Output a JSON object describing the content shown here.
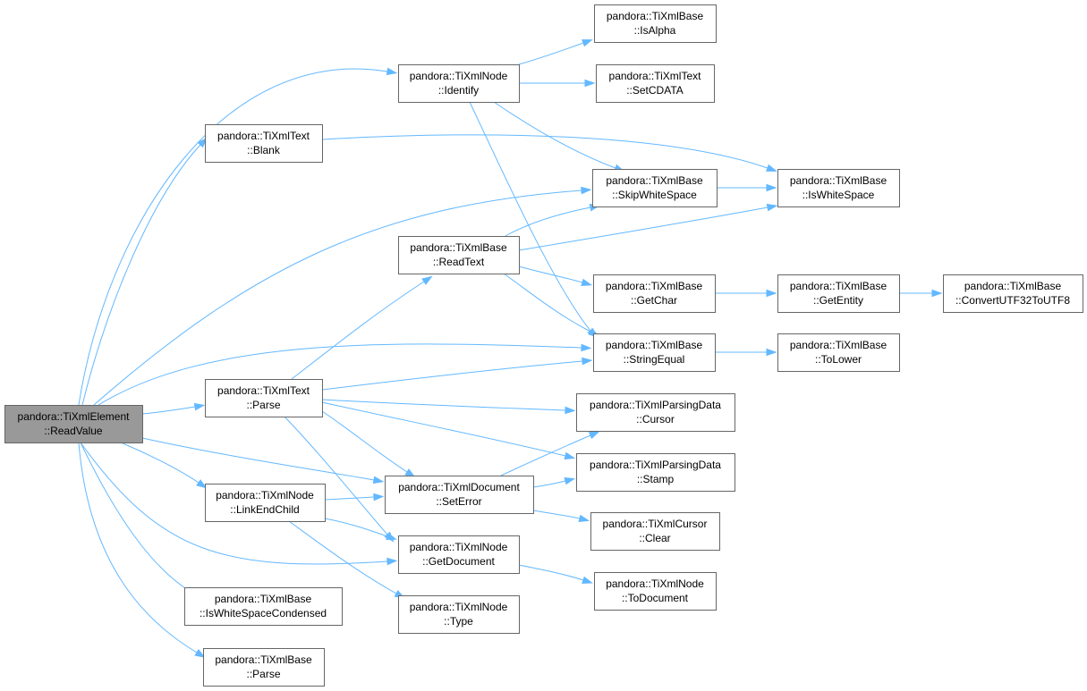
{
  "nodes": [
    {
      "id": "root",
      "line1": "pandora::TiXmlElement",
      "line2": "::ReadValue",
      "root": true
    },
    {
      "id": "text_blank",
      "line1": "pandora::TiXmlText",
      "line2": "::Blank"
    },
    {
      "id": "node_identify",
      "line1": "pandora::TiXmlNode",
      "line2": "::Identify"
    },
    {
      "id": "base_isalpha",
      "line1": "pandora::TiXmlBase",
      "line2": "::IsAlpha"
    },
    {
      "id": "text_setcdata",
      "line1": "pandora::TiXmlText",
      "line2": "::SetCDATA"
    },
    {
      "id": "base_skipws",
      "line1": "pandora::TiXmlBase",
      "line2": "::SkipWhiteSpace"
    },
    {
      "id": "base_isws",
      "line1": "pandora::TiXmlBase",
      "line2": "::IsWhiteSpace"
    },
    {
      "id": "base_readtext",
      "line1": "pandora::TiXmlBase",
      "line2": "::ReadText"
    },
    {
      "id": "base_getchar",
      "line1": "pandora::TiXmlBase",
      "line2": "::GetChar"
    },
    {
      "id": "base_getentity",
      "line1": "pandora::TiXmlBase",
      "line2": "::GetEntity"
    },
    {
      "id": "base_convutf",
      "line1": "pandora::TiXmlBase",
      "line2": "::ConvertUTF32ToUTF8"
    },
    {
      "id": "base_strequal",
      "line1": "pandora::TiXmlBase",
      "line2": "::StringEqual"
    },
    {
      "id": "base_tolower",
      "line1": "pandora::TiXmlBase",
      "line2": "::ToLower"
    },
    {
      "id": "text_parse",
      "line1": "pandora::TiXmlText",
      "line2": "::Parse"
    },
    {
      "id": "pd_cursor",
      "line1": "pandora::TiXmlParsingData",
      "line2": "::Cursor"
    },
    {
      "id": "pd_stamp",
      "line1": "pandora::TiXmlParsingData",
      "line2": "::Stamp"
    },
    {
      "id": "doc_seterror",
      "line1": "pandora::TiXmlDocument",
      "line2": "::SetError"
    },
    {
      "id": "node_linkend",
      "line1": "pandora::TiXmlNode",
      "line2": "::LinkEndChild"
    },
    {
      "id": "cursor_clear",
      "line1": "pandora::TiXmlCursor",
      "line2": "::Clear"
    },
    {
      "id": "node_getdoc",
      "line1": "pandora::TiXmlNode",
      "line2": "::GetDocument"
    },
    {
      "id": "node_todoc",
      "line1": "pandora::TiXmlNode",
      "line2": "::ToDocument"
    },
    {
      "id": "base_iswscond",
      "line1": "pandora::TiXmlBase",
      "line2": "::IsWhiteSpaceCondensed"
    },
    {
      "id": "node_type",
      "line1": "pandora::TiXmlNode",
      "line2": "::Type"
    },
    {
      "id": "base_parse",
      "line1": "pandora::TiXmlBase",
      "line2": "::Parse"
    }
  ],
  "edges": [
    {
      "from": "root",
      "to": "node_identify"
    },
    {
      "from": "root",
      "to": "text_blank"
    },
    {
      "from": "root",
      "to": "base_skipws"
    },
    {
      "from": "root",
      "to": "base_strequal"
    },
    {
      "from": "root",
      "to": "text_parse"
    },
    {
      "from": "root",
      "to": "doc_seterror"
    },
    {
      "from": "root",
      "to": "node_linkend"
    },
    {
      "from": "root",
      "to": "node_getdoc"
    },
    {
      "from": "root",
      "to": "base_iswscond"
    },
    {
      "from": "root",
      "to": "base_parse"
    },
    {
      "from": "node_identify",
      "to": "base_isalpha"
    },
    {
      "from": "node_identify",
      "to": "text_setcdata"
    },
    {
      "from": "node_identify",
      "to": "base_skipws"
    },
    {
      "from": "node_identify",
      "to": "base_strequal"
    },
    {
      "from": "text_blank",
      "to": "base_isws"
    },
    {
      "from": "base_skipws",
      "to": "base_isws"
    },
    {
      "from": "base_readtext",
      "to": "base_skipws"
    },
    {
      "from": "base_readtext",
      "to": "base_isws"
    },
    {
      "from": "base_readtext",
      "to": "base_getchar"
    },
    {
      "from": "base_readtext",
      "to": "base_strequal"
    },
    {
      "from": "base_getchar",
      "to": "base_getentity"
    },
    {
      "from": "base_getentity",
      "to": "base_convutf"
    },
    {
      "from": "base_strequal",
      "to": "base_tolower"
    },
    {
      "from": "text_parse",
      "to": "base_readtext"
    },
    {
      "from": "text_parse",
      "to": "base_strequal"
    },
    {
      "from": "text_parse",
      "to": "pd_cursor"
    },
    {
      "from": "text_parse",
      "to": "pd_stamp"
    },
    {
      "from": "text_parse",
      "to": "doc_seterror"
    },
    {
      "from": "text_parse",
      "to": "node_getdoc"
    },
    {
      "from": "doc_seterror",
      "to": "pd_cursor"
    },
    {
      "from": "doc_seterror",
      "to": "pd_stamp"
    },
    {
      "from": "doc_seterror",
      "to": "cursor_clear"
    },
    {
      "from": "node_linkend",
      "to": "doc_seterror"
    },
    {
      "from": "node_linkend",
      "to": "node_getdoc"
    },
    {
      "from": "node_linkend",
      "to": "node_type"
    },
    {
      "from": "node_getdoc",
      "to": "node_todoc"
    }
  ]
}
